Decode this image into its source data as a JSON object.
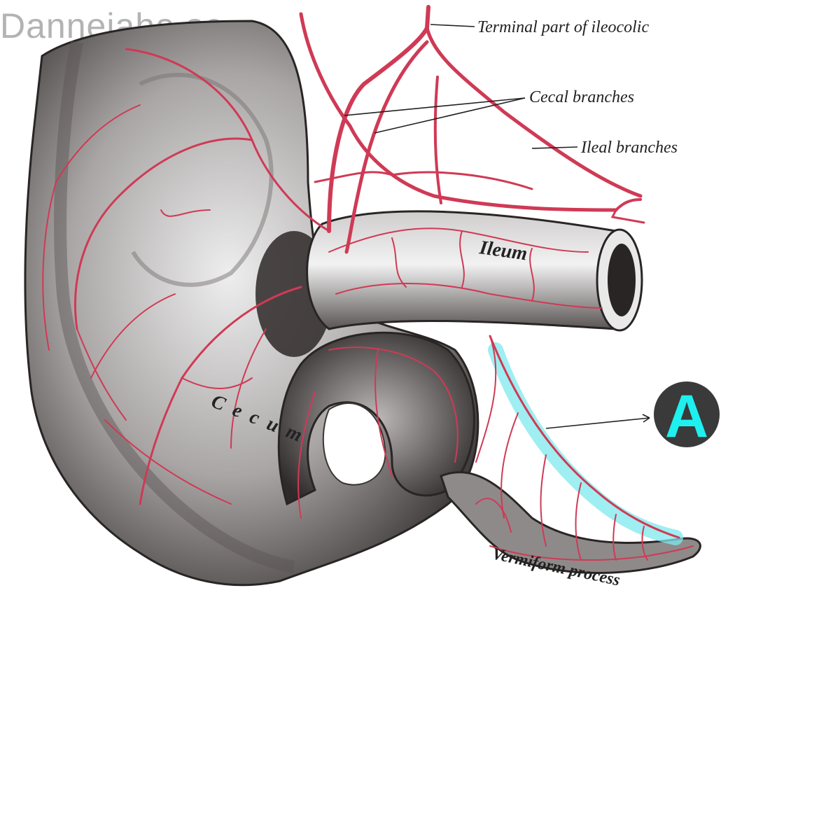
{
  "watermark": "Dannejaha.se",
  "labels": {
    "terminal": "Terminal part of ileocolic",
    "cecal": "Cecal branches",
    "ileal": "Ileal branches",
    "ileum": "Ileum",
    "cecum": "Cecum",
    "vermiform": "Vermiform process"
  },
  "marker": {
    "letter": "A",
    "circle_color": "#3a3a3a",
    "letter_color": "#1ef0f0",
    "highlight_color": "#7fe8ec"
  },
  "colors": {
    "artery": "#cf3a55",
    "tissue_dark": "#3a3434",
    "tissue_mid": "#8a8686",
    "tissue_light": "#d9d7d7"
  }
}
